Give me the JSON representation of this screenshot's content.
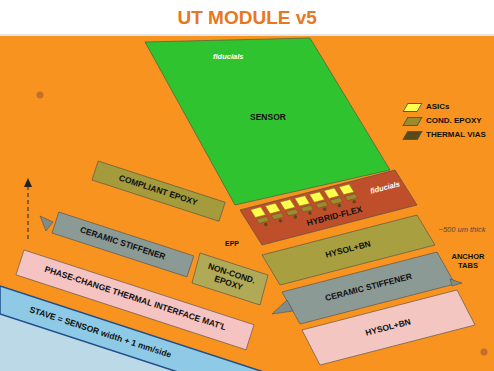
{
  "diagram": {
    "title": "UT MODULE v5",
    "nodes": [
      {
        "text": [
          "fiducials",
          "SENSOR"
        ]
      },
      {
        "text": [
          "COMPLIANT EPOXY"
        ]
      },
      {
        "text": [
          "fiducials",
          "HYBRID-FLEX"
        ]
      },
      {
        "text": [
          "CERAMIC STIFFENER"
        ]
      },
      {
        "text": [
          "HYSOL+BN"
        ]
      },
      {
        "text": [
          "NON-COND. EPOXY"
        ]
      },
      {
        "text": [
          "CERAMIC STIFFENER"
        ]
      },
      {
        "text": [
          "PHASE-CHANGE THERMAL INTERFACE MAT'L"
        ]
      },
      {
        "text": [
          "HYSOL+BN"
        ]
      },
      {
        "text": [
          "STAVE = SENSOR width + 1 mm/side"
        ]
      }
    ],
    "labels": [
      "EPP",
      "~500 um thick",
      "ANCHOR TABS"
    ],
    "legend": [
      {
        "text": "ASICs",
        "color": "#ffff4d"
      },
      {
        "text": "COND. EPOXY",
        "color": "#9c8b2e"
      },
      {
        "text": "THERMAL VIAS",
        "color": "#5a4a1a"
      }
    ]
  }
}
